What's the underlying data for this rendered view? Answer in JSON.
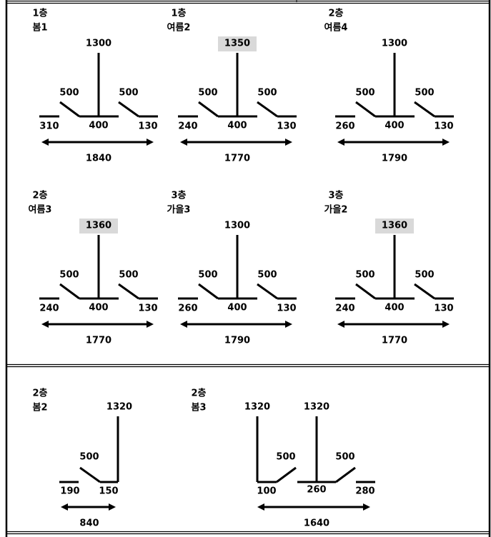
{
  "highlight_color": "#d9d9d9",
  "diagrams": [
    {
      "floor": "1층",
      "name": "봄1",
      "height": "1300",
      "highlight": false,
      "flap_left": "500",
      "flap_right": "500",
      "left": "310",
      "center": "400",
      "right": "130",
      "total": "1840"
    },
    {
      "floor": "1층",
      "name": "여름2",
      "height": "1350",
      "highlight": true,
      "flap_left": "500",
      "flap_right": "500",
      "left": "240",
      "center": "400",
      "right": "130",
      "total": "1770"
    },
    {
      "floor": "2층",
      "name": "여름4",
      "height": "1300",
      "highlight": false,
      "flap_left": "500",
      "flap_right": "500",
      "left": "260",
      "center": "400",
      "right": "130",
      "total": "1790"
    },
    {
      "floor": "2층",
      "name": "여름3",
      "height": "1360",
      "highlight": true,
      "flap_left": "500",
      "flap_right": "500",
      "left": "240",
      "center": "400",
      "right": "130",
      "total": "1770"
    },
    {
      "floor": "3층",
      "name": "가을3",
      "height": "1300",
      "highlight": false,
      "flap_left": "500",
      "flap_right": "500",
      "left": "260",
      "center": "400",
      "right": "130",
      "total": "1790"
    },
    {
      "floor": "3층",
      "name": "가을2",
      "height": "1360",
      "highlight": true,
      "flap_left": "500",
      "flap_right": "500",
      "left": "240",
      "center": "400",
      "right": "130",
      "total": "1770"
    }
  ],
  "bom2": {
    "floor": "2층",
    "name": "봄2",
    "height": "1320",
    "flap": "500",
    "left": "190",
    "right": "150",
    "total": "840"
  },
  "bom3": {
    "floor": "2층",
    "name": "봄3",
    "height_left": "1320",
    "height_right": "1320",
    "flap_left": "500",
    "flap_right": "500",
    "left": "100",
    "center": "260",
    "right": "280",
    "total": "1640"
  }
}
